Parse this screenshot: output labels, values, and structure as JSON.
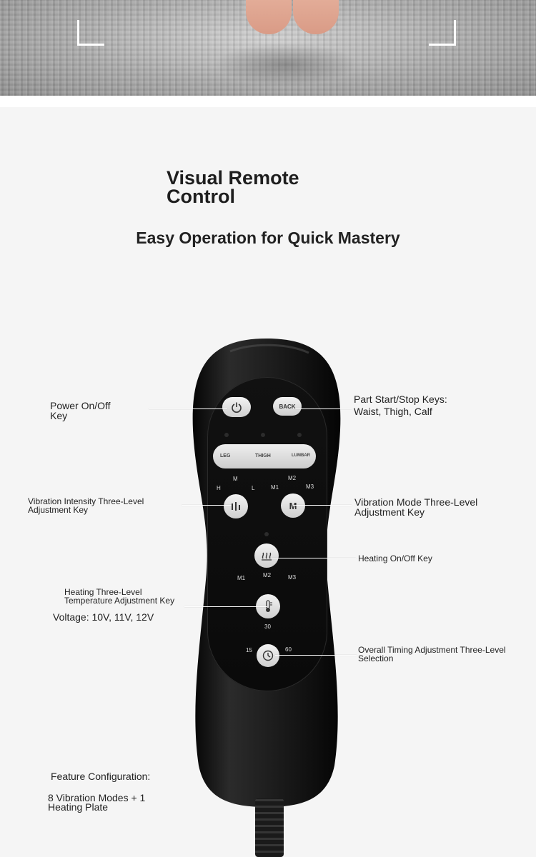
{
  "header": {
    "title": "Visual Remote Control",
    "subtitle": "Easy Operation for Quick Mastery"
  },
  "remote": {
    "back_label": "BACK",
    "part_buttons": [
      "LEG",
      "THIGH",
      "LUMBAR"
    ],
    "intensity_levels": [
      "H",
      "M",
      "L"
    ],
    "mode_levels": [
      "M1",
      "M2",
      "M3"
    ],
    "mode_button_label": "M",
    "temp_levels": [
      "M1",
      "M2",
      "M3"
    ],
    "timer_levels": [
      "15",
      "30",
      "60"
    ]
  },
  "callouts": {
    "power": "Power On/Off Key",
    "part": "Part Start/Stop Keys: Waist, Thigh, Calf",
    "vibration_intensity": "Vibration Intensity Three-Level Adjustment Key",
    "vibration_mode": "Vibration Mode Three-Level Adjustment Key",
    "heating": "Heating On/Off Key",
    "heating_temp": "Heating Three-Level Temperature Adjustment Key",
    "timing": "Overall Timing Adjustment Three-Level Selection"
  },
  "specs": {
    "voltage": "Voltage: 10V, 11V, 12V",
    "feature_heading": "Feature Configuration:",
    "feature_body": "8 Vibration Modes + 1 Heating Plate"
  }
}
